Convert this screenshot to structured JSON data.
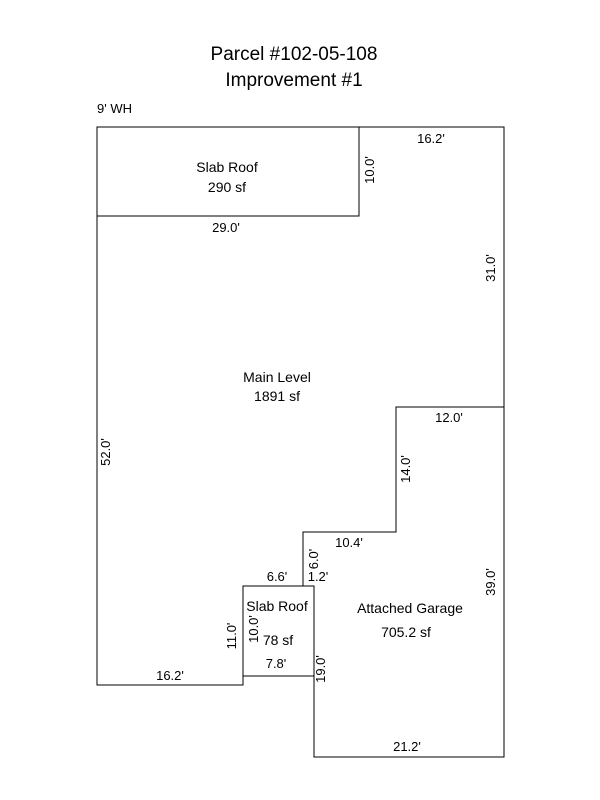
{
  "title": {
    "line1": "Parcel #102-05-108",
    "line2": "Improvement #1"
  },
  "wall_height_note": "9' WH",
  "areas": [
    {
      "name": "Slab Roof",
      "size": "290 sf"
    },
    {
      "name": "Main Level",
      "size": "1891 sf"
    },
    {
      "name": "Slab Roof",
      "size": "78 sf"
    },
    {
      "name": "Attached Garage",
      "size": "705.2 sf"
    }
  ],
  "dimensions": [
    "16.2'",
    "10.0'",
    "29.0'",
    "31.0'",
    "12.0'",
    "14.0'",
    "10.4'",
    "6.0'",
    "1.2'",
    "6.6'",
    "11.0'",
    "10.0'",
    "7.8'",
    "19.0'",
    "16.2'",
    "39.0'",
    "21.2'",
    "52.0'"
  ],
  "colors": {
    "line": "#000000",
    "background": "#ffffff"
  }
}
